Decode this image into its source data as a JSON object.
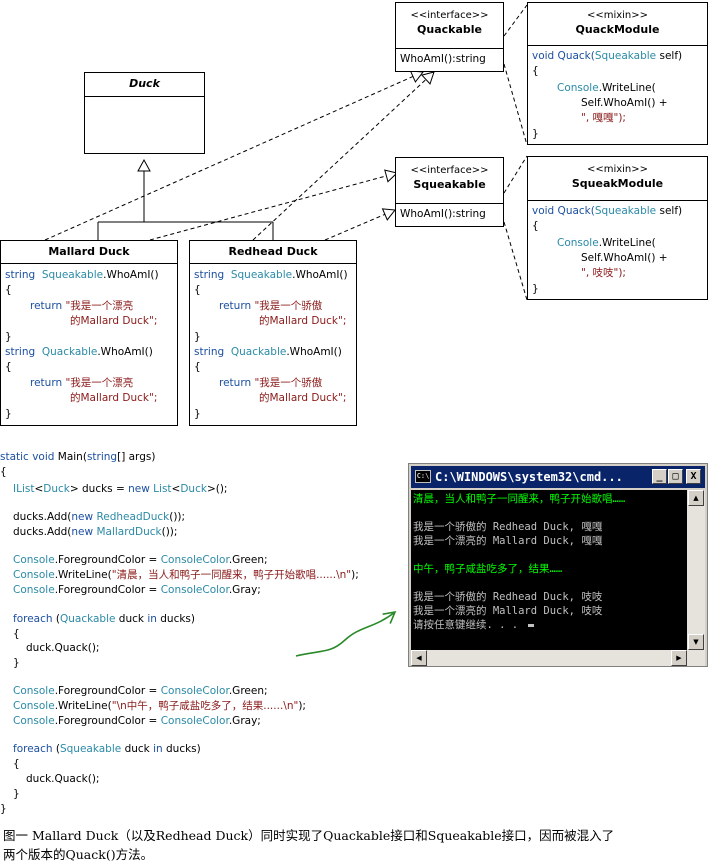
{
  "diagram": {
    "duck": {
      "name": "Duck"
    },
    "quackable": {
      "stereotype": "<<interface>>",
      "name": "Quackable",
      "method": "WhoAmI():string"
    },
    "squeakable": {
      "stereotype": "<<interface>>",
      "name": "Squeakable",
      "method": "WhoAmI():string"
    },
    "quack_module": {
      "stereotype": "<<mixin>>",
      "name": "QuackModule",
      "code": {
        "l1a": "void Quack(",
        "l1b": "Squeakable",
        "l1c": " self)",
        "l2": "{",
        "l3a": "Console",
        "l3b": ".WriteLine(",
        "l4": "Self.WhoAmI() +",
        "l5": "\", 嘎嘎\");",
        "l6": "}"
      }
    },
    "squeak_module": {
      "stereotype": "<<mixin>>",
      "name": "SqueakModule",
      "code": {
        "l1a": "void Quack(",
        "l1b": "Squeakable",
        "l1c": " self)",
        "l2": "{",
        "l3a": "Console",
        "l3b": ".WriteLine(",
        "l4": "Self.WhoAmI() +",
        "l5": "\", 吱吱\");",
        "l6": "}"
      }
    },
    "mallard": {
      "name": "Mallard Duck",
      "code": {
        "a1": "string",
        "a2": "Squeakable",
        "a3": ".WhoAmI()",
        "a4": "{",
        "a5": "return",
        "a6": "\"我是一个漂亮",
        "a7": "的Mallard Duck\";",
        "a8": "}",
        "b1": "string",
        "b2": "Quackable",
        "b3": ".WhoAmI()",
        "b4": "{",
        "b5": "return",
        "b6": "\"我是一个漂亮",
        "b7": "的Mallard Duck\";",
        "b8": "}"
      }
    },
    "redhead": {
      "name": "Redhead Duck",
      "code": {
        "a1": "string",
        "a2": "Squeakable",
        "a3": ".WhoAmI()",
        "a4": "{",
        "a5": "return",
        "a6": "\"我是一个骄傲",
        "a7": "的Mallard Duck\";",
        "a8": "}",
        "b1": "string",
        "b2": "Quackable",
        "b3": ".WhoAmI()",
        "b4": "{",
        "b5": "return",
        "b6": "\"我是一个骄傲",
        "b7": "的Mallard Duck\";",
        "b8": "}"
      }
    }
  },
  "main_code": {
    "l1a": "static",
    "l1b": "void",
    "l1c": "Main(",
    "l1d": "string",
    "l1e": "[] args)",
    "l2": "{",
    "l3a": "IList",
    "l3b": "<",
    "l3c": "Duck",
    "l3d": "> ducks = ",
    "l3e": "new",
    "l3f": "List",
    "l3g": "<",
    "l3h": "Duck",
    "l3i": ">();",
    "l4a": "ducks.Add(",
    "l4b": "new",
    "l4c": "RedheadDuck",
    "l4d": "());",
    "l5a": "ducks.Add(",
    "l5b": "new",
    "l5c": "MallardDuck",
    "l5d": "());",
    "l6a": "Console",
    "l6b": ".ForegroundColor = ",
    "l6c": "ConsoleColor",
    "l6d": ".Green;",
    "l7a": "Console",
    "l7b": ".WriteLine(",
    "l7c": "\"清晨，当人和鸭子一同醒来，鸭子开始歌唱......\\n\"",
    "l7d": ");",
    "l8a": "Console",
    "l8b": ".ForegroundColor = ",
    "l8c": "ConsoleColor",
    "l8d": ".Gray;",
    "l9a": "foreach",
    "l9b": " (",
    "l9c": "Quackable",
    "l9d": " duck ",
    "l9e": "in",
    "l9f": " ducks)",
    "l10": "{",
    "l11": "duck.Quack();",
    "l12": "}",
    "l13a": "Console",
    "l13b": ".ForegroundColor = ",
    "l13c": "ConsoleColor",
    "l13d": ".Green;",
    "l14a": "Console",
    "l14b": ".WriteLine(",
    "l14c": "\"\\n中午，鸭子咸盐吃多了，结果......\\n\"",
    "l14d": ");",
    "l15a": "Console",
    "l15b": ".ForegroundColor = ",
    "l15c": "ConsoleColor",
    "l15d": ".Gray;",
    "l16a": "foreach",
    "l16b": " (",
    "l16c": "Squeakable",
    "l16d": " duck ",
    "l16e": "in",
    "l16f": " ducks)",
    "l17": "{",
    "l18": "duck.Quack();",
    "l19": "}",
    "l20": "}"
  },
  "console": {
    "title": "C:\\WINDOWS\\system32\\cmd...",
    "btn_min": "_",
    "btn_max": "□",
    "btn_close": "X",
    "lines": {
      "g1": "清晨，当人和鸭子一同醒来，鸭子开始歌唱……",
      "w1": "我是一个骄傲的 Redhead Duck, 嘎嘎",
      "w2": "我是一个漂亮的 Mallard Duck, 嘎嘎",
      "g2": "中午，鸭子咸盐吃多了，结果……",
      "w3": "我是一个骄傲的 Redhead Duck, 吱吱",
      "w4": "我是一个漂亮的 Mallard Duck, 吱吱",
      "w5": "请按任意键继续. . ."
    },
    "colors": {
      "green": "#00ff00",
      "gray": "#c0c0c0",
      "background": "#000000",
      "title_bar": "#0a246a"
    }
  },
  "caption": {
    "line1": "图一 Mallard Duck（以及Redhead Duck）同时实现了Quackable接口和Squeakable接口，因而被混入了",
    "line2": "两个版本的Quack()方法。"
  },
  "colors": {
    "keyword": "#1c4fa0",
    "type": "#2b8aa6",
    "string": "#8b1a1a",
    "arrow": "#2a8a2a"
  }
}
